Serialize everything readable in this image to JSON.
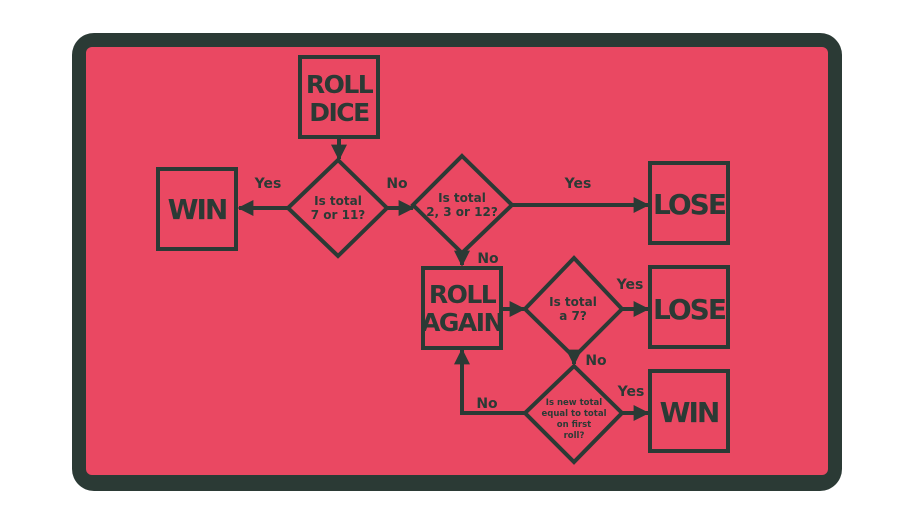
{
  "colors": {
    "frame": "#2b3a35",
    "background": "#ea4862",
    "ink": "#2b3a35"
  },
  "nodes": {
    "roll_dice": [
      "ROLL",
      "DICE"
    ],
    "win_first": "WIN",
    "decision_7_11": [
      "Is total",
      "7 or 11?"
    ],
    "decision_2_3_12": [
      "Is total",
      "2, 3 or 12?"
    ],
    "lose_first": "LOSE",
    "roll_again": [
      "ROLL",
      "AGAIN"
    ],
    "decision_7": [
      "Is total",
      "a 7?"
    ],
    "lose_second": "LOSE",
    "decision_match": [
      "Is new total",
      "equal to total",
      "on first",
      "roll?"
    ],
    "win_second": "WIN"
  },
  "edges": {
    "yes_to_win": "Yes",
    "no_to_second_check": "No",
    "yes_to_lose": "Yes",
    "no_to_roll_again": "No",
    "yes_to_lose_second": "Yes",
    "no_to_match_check": "No",
    "yes_to_win_second": "Yes",
    "no_loop_back": "No"
  }
}
